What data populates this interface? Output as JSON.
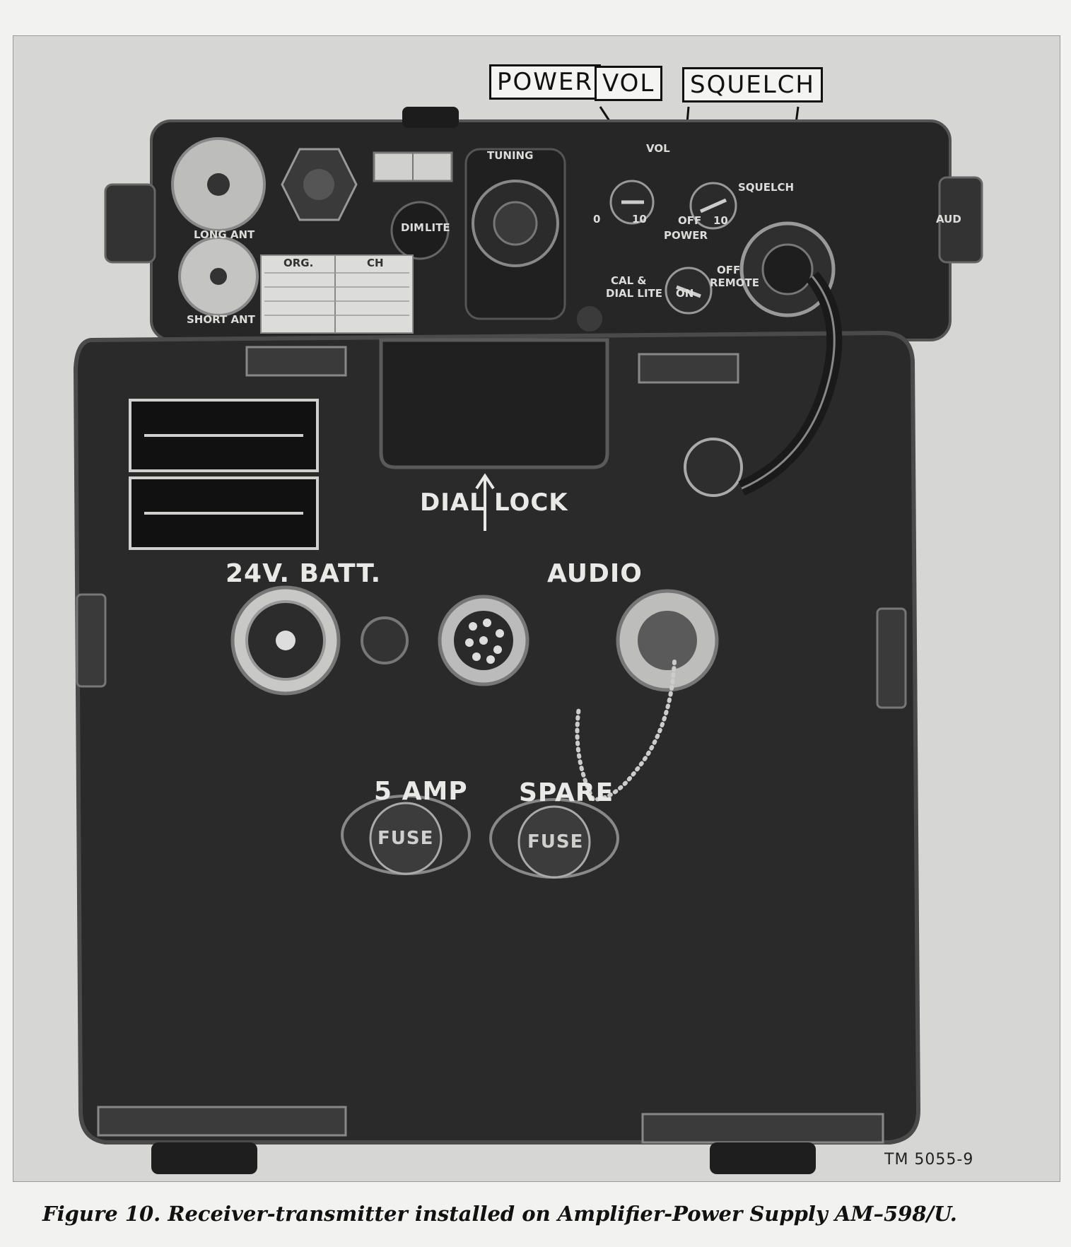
{
  "callouts": {
    "power": "POWER",
    "vol": "VOL",
    "squelch": "SQUELCH"
  },
  "panel_top": {
    "tuning": "TUNING",
    "vol": "VOL",
    "squelch": "SQUELCH",
    "power": "POWER",
    "scale_0": "0",
    "scale_10_vol": "10",
    "scale_off": "OFF",
    "scale_10_sq": "10",
    "cal_dial_lite": "CAL &",
    "cal_dial_lite_2": "DIAL LITE",
    "on": "ON",
    "off": "OFF",
    "remote": "REMOTE",
    "long_ant": "LONG ANT",
    "short_ant": "SHORT ANT",
    "freq_card_org": "ORG.",
    "freq_card_ch": "CH",
    "lite": "LITE",
    "dim": "DIM",
    "audio_side": "AUD"
  },
  "panel_main": {
    "dial_lock": "DIAL",
    "dial_lock_2": "LOCK",
    "batt": "24V. BATT.",
    "audio": "AUDIO",
    "fuse_5amp": "5 AMP",
    "fuse_spare": "SPARE",
    "fuse_label_1": "FUSE",
    "fuse_label_2": "FUSE"
  },
  "figure_id": "TM 5055-9",
  "caption": "Figure 10.  Receiver-transmitter installed on Amplifier-Power Supply AM–598/U.",
  "colors": {
    "panel": "#2a2a2a",
    "panel_edge": "#444444",
    "paper": "#d6d6d4",
    "label": "#e9e9e7"
  }
}
